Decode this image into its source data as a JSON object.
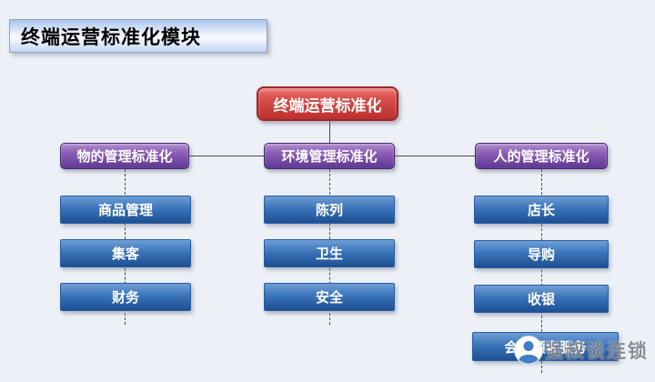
{
  "page": {
    "title": "终端运营标准化模块"
  },
  "diagram": {
    "root": {
      "label": "终端运营标准化"
    },
    "branches": [
      {
        "label": "物的管理标准化",
        "children": [
          "商品管理",
          "集客",
          "财务"
        ]
      },
      {
        "label": "环境管理标准化",
        "children": [
          "陈列",
          "卫生",
          "安全"
        ]
      },
      {
        "label": "人的管理标准化",
        "children": [
          "店长",
          "导购",
          "收银",
          "会员顾客服务"
        ]
      }
    ]
  },
  "watermark": {
    "text": "强叔谈连锁",
    "logo": "person-avatar-icon"
  },
  "colors": {
    "background": "#edf1f7",
    "root_node": "#bb2f2d",
    "branch_node": "#5d3892",
    "child_node": "#1d4f92",
    "title_box": "#a9c4ec"
  }
}
